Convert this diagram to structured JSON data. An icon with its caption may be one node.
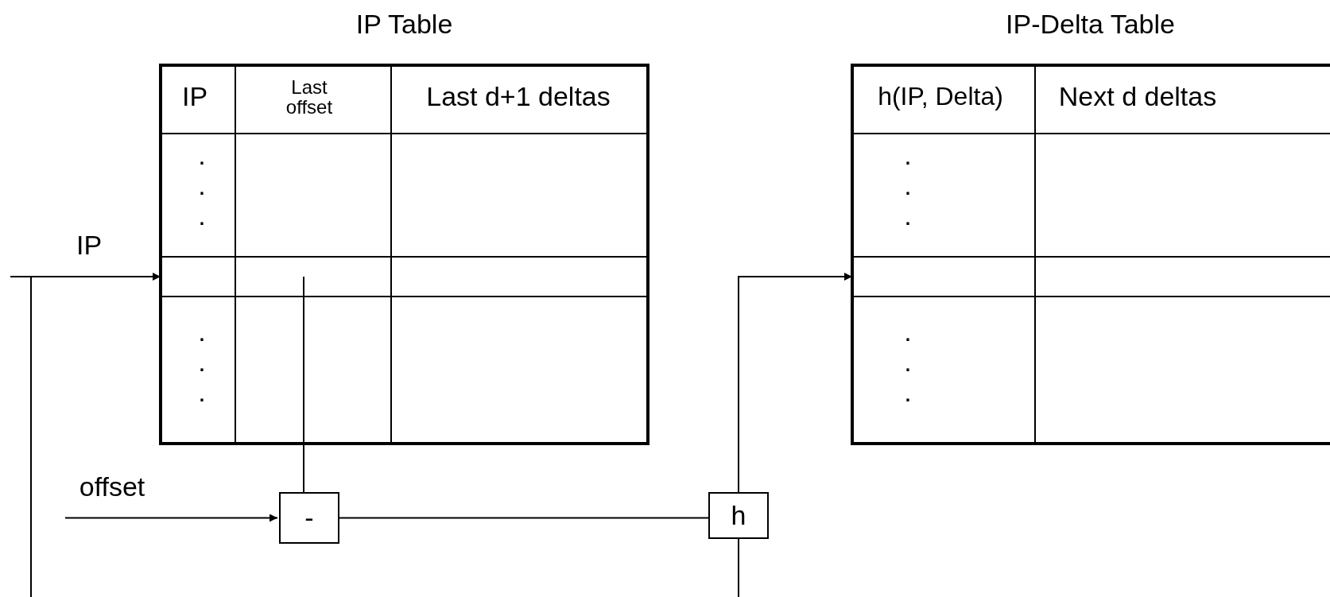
{
  "diagram": {
    "nodes": [
      {
        "text": [
          "IP Table"
        ]
      },
      {
        "text": [],
        "shape": "box",
        "in": 0
      },
      {
        "text": [
          "IP-Delta Table"
        ]
      },
      {
        "text": [],
        "shape": "box",
        "in": 2
      },
      {
        "text": [
          "-"
        ]
      },
      {
        "text": [
          "h"
        ]
      }
    ],
    "edges": [
      {
        "from": null,
        "to": 1,
        "arrow": "to",
        "label": "IP"
      },
      {
        "from": 1,
        "to": 4,
        "arrow": "none"
      },
      {
        "from": null,
        "to": 4,
        "arrow": "to",
        "label": "offset"
      },
      {
        "from": 4,
        "to": 5,
        "arrow": "none"
      },
      {
        "from": 5,
        "to": 3,
        "arrow": "to"
      },
      {
        "from": null,
        "to": 5,
        "arrow": "none"
      }
    ],
    "labels": [
      "IP",
      "Last offset",
      "Last d+1 deltas",
      "h(IP, Delta)",
      "Next d deltas",
      ".",
      ".",
      ".",
      ".",
      ".",
      ".",
      ".",
      ".",
      ".",
      ".",
      ".",
      "."
    ]
  }
}
